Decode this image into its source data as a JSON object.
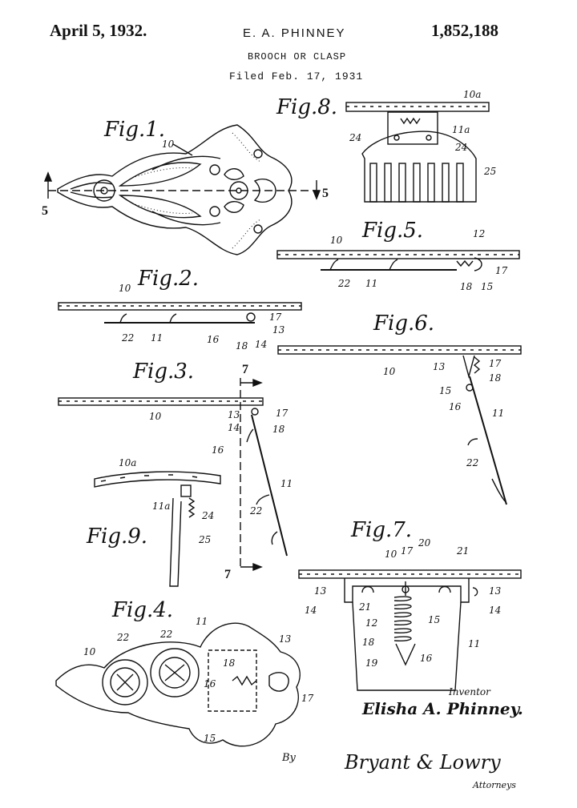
{
  "header": {
    "date": "April 5, 1932.",
    "inventor": "E. A. PHINNEY",
    "patent_number": "1,852,188",
    "title": "BROOCH OR CLASP",
    "filed": "Filed Feb. 17, 1931"
  },
  "figures": {
    "fig1": "Fig.1.",
    "fig2": "Fig.2.",
    "fig3": "Fig.3.",
    "fig4": "Fig.4.",
    "fig5": "Fig.5.",
    "fig6": "Fig.6.",
    "fig7": "Fig.7.",
    "fig8": "Fig.8.",
    "fig9": "Fig.9."
  },
  "section_marks": {
    "five": "5",
    "seven": "7"
  },
  "refs": {
    "r10": "10",
    "r10a": "10a",
    "r11": "11",
    "r11a": "11a",
    "r12": "12",
    "r13": "13",
    "r14": "14",
    "r15": "15",
    "r16": "16",
    "r17": "17",
    "r18": "18",
    "r19": "19",
    "r20": "20",
    "r21": "21",
    "r22": "22",
    "r24": "24",
    "r25": "25"
  },
  "signature": {
    "inventor_label": "Inventor",
    "inventor_name": "Elisha A. Phinney.",
    "by": "By",
    "attorneys_sig": "Bryant & Lowry",
    "attorneys_label": "Attorneys"
  }
}
